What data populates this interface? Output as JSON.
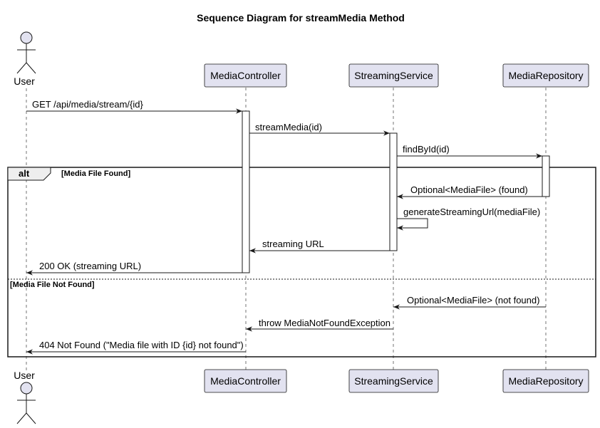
{
  "title": "Sequence Diagram for streamMedia Method",
  "participants": {
    "user": "User",
    "controller": "MediaController",
    "service": "StreamingService",
    "repository": "MediaRepository"
  },
  "messages": [
    "GET /api/media/stream/{id}",
    "streamMedia(id)",
    "findById(id)",
    "Optional<MediaFile> (found)",
    "generateStreamingUrl(mediaFile)",
    "streaming URL",
    "200 OK (streaming URL)",
    "Optional<MediaFile> (not found)",
    "throw MediaNotFoundException",
    "404 Not Found (\"Media file with ID {id} not found\")"
  ],
  "alt": {
    "keyword": "alt",
    "guard_found": "[Media File Found]",
    "guard_not_found": "[Media File Not Found]"
  }
}
